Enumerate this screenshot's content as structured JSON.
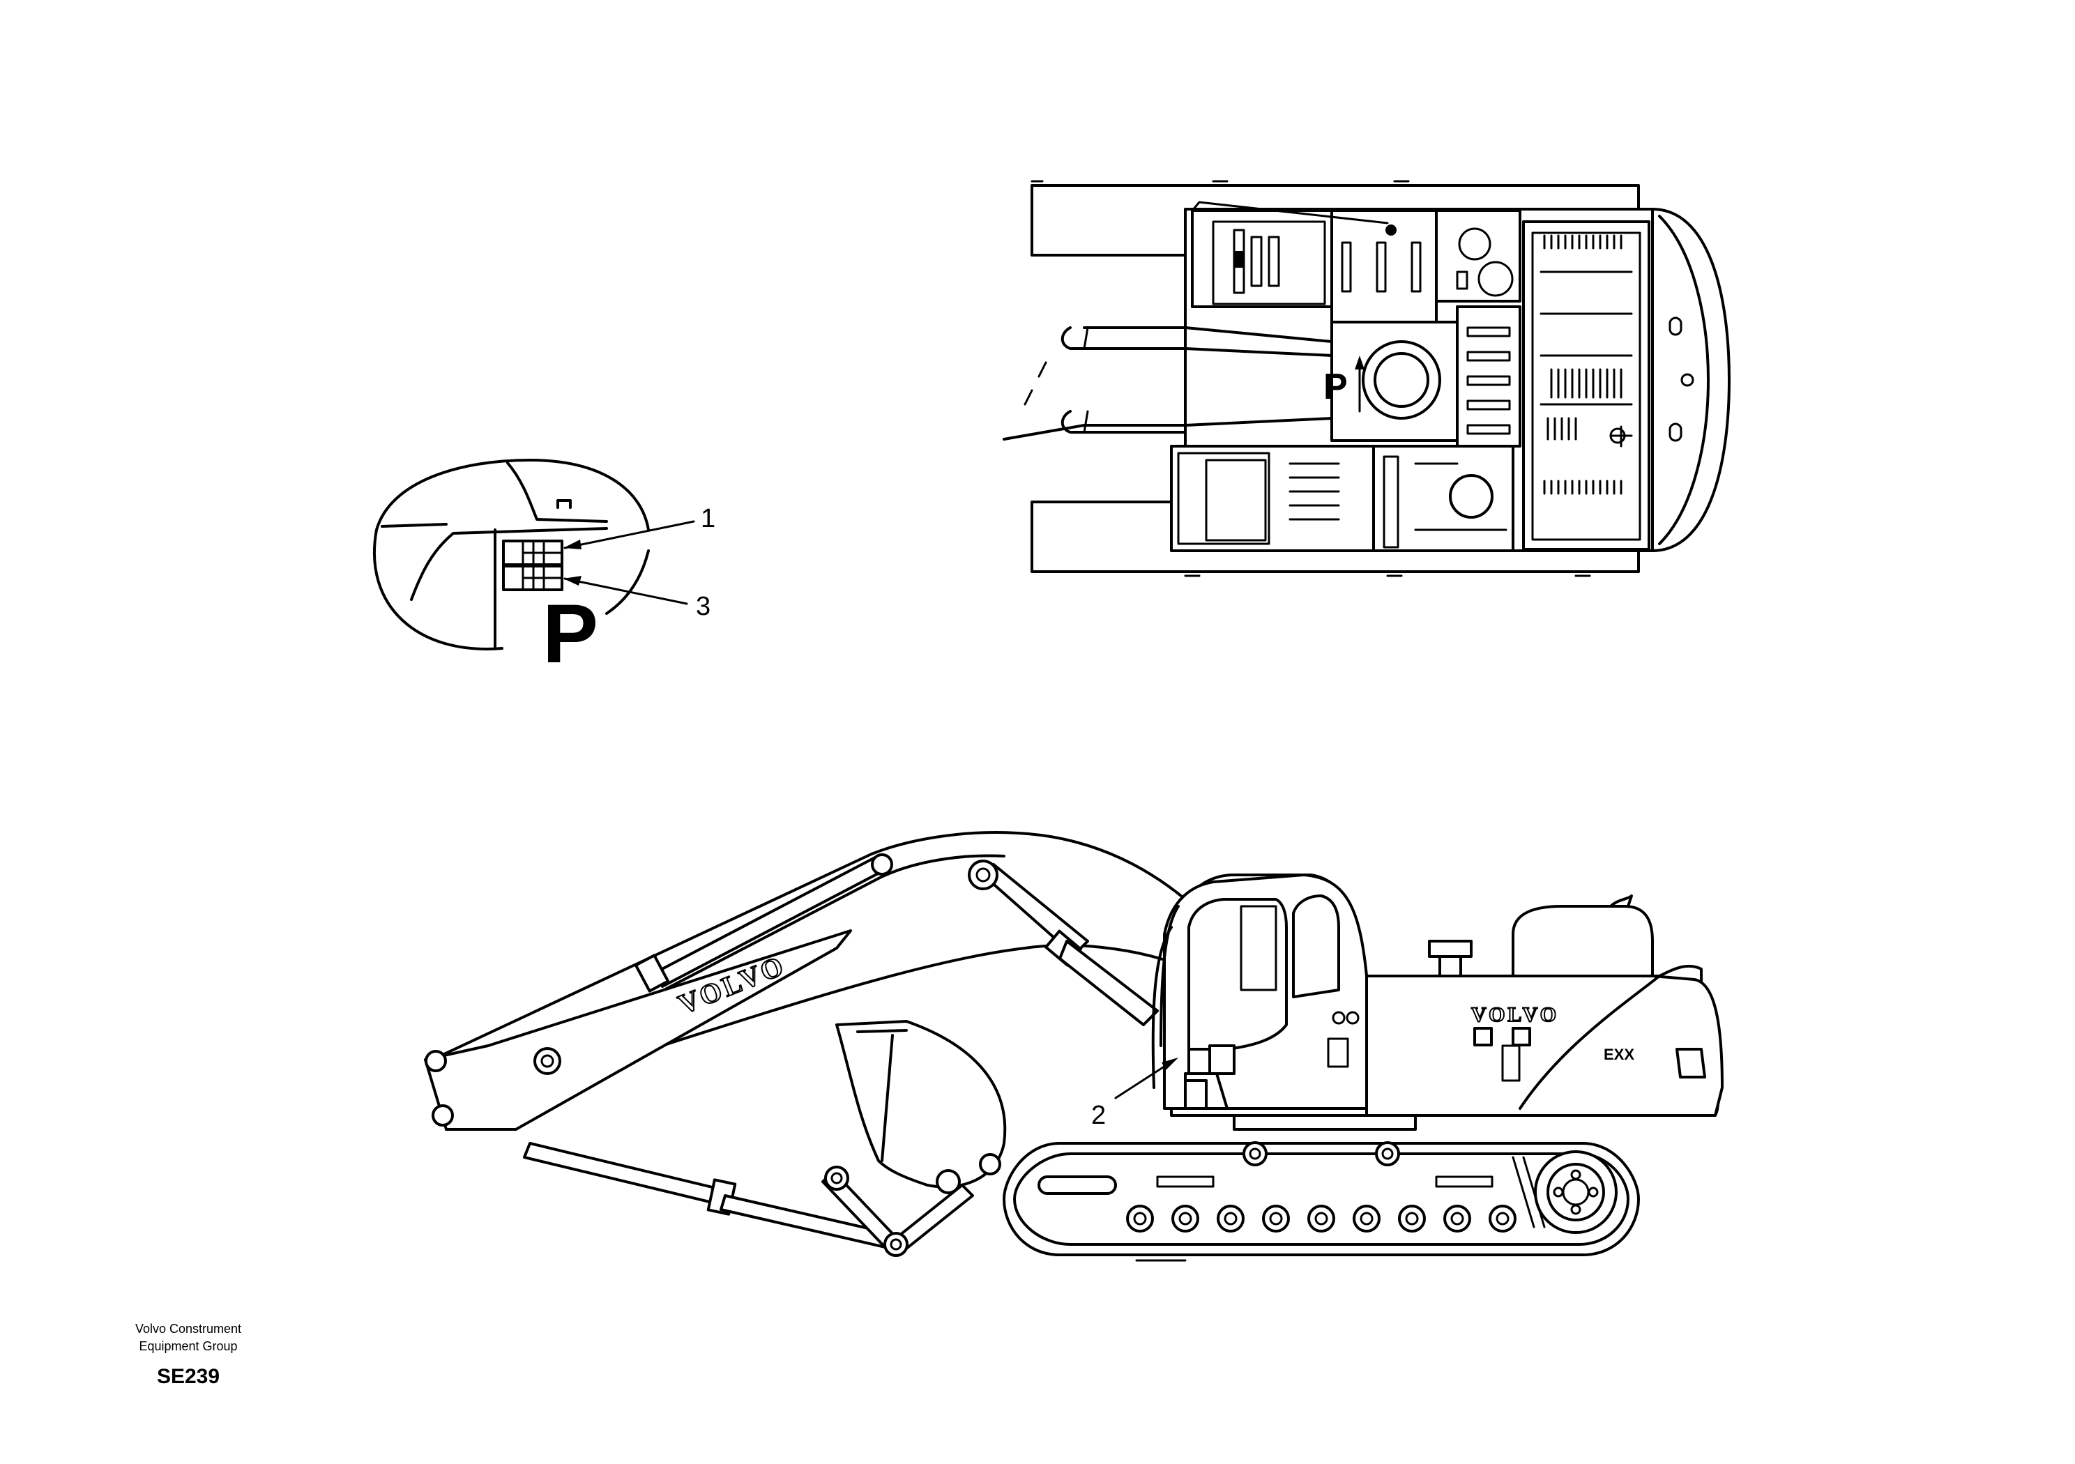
{
  "callouts": {
    "c1": "1",
    "c2": "2",
    "c3": "3"
  },
  "detail_symbol": "P",
  "top_view_symbol": "P",
  "boom_brand": "VOLVO",
  "body_brand": "VOLVO",
  "model_badge": "EXX",
  "footer": {
    "org_line1": "Volvo Construment",
    "org_line2": "Equipment Group",
    "code": "SE239"
  }
}
